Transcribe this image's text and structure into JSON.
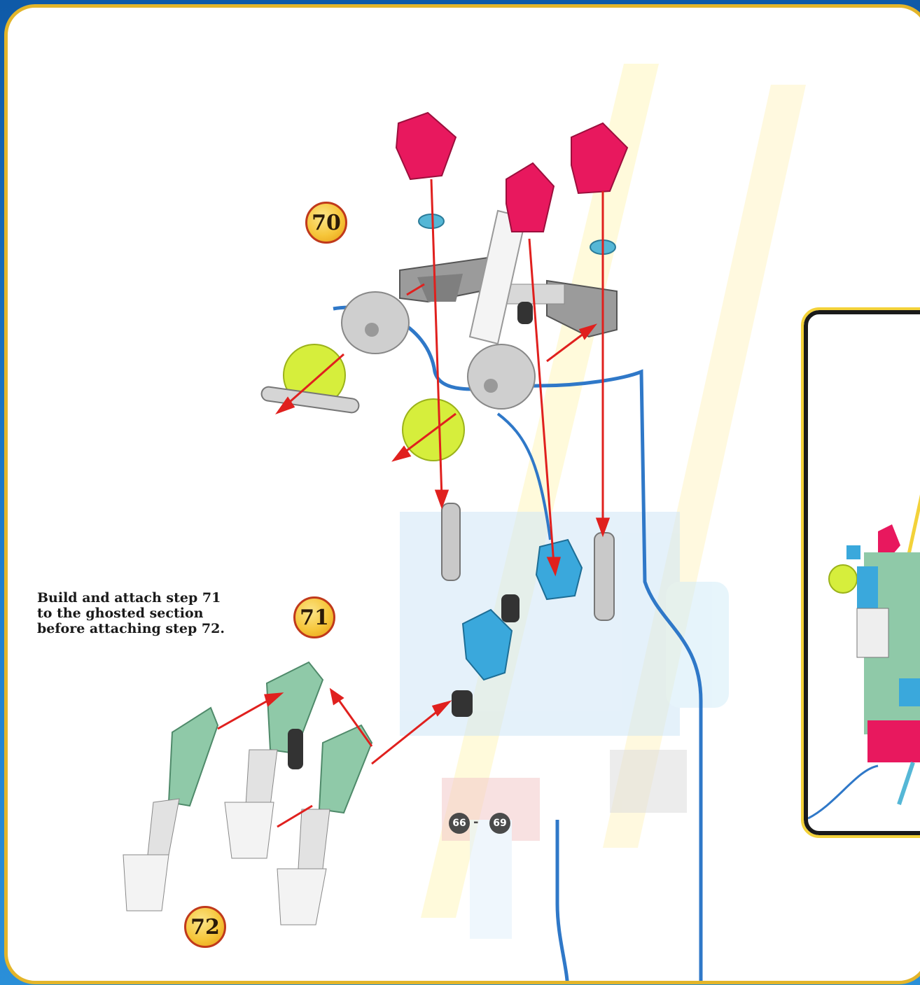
{
  "instruction_text": "Build and attach step 71\nto the ghosted section\nbefore attaching step 72.",
  "steps": {
    "step_70": "70",
    "step_71": "71",
    "step_72": "72"
  },
  "reference": {
    "from": "66",
    "dash": "-",
    "to": "69"
  },
  "colors": {
    "border_gold": "#e3b52a",
    "arrow_red": "#e0201e",
    "cable_blue": "#2f78c8",
    "connector_pink": "#e8185e",
    "rod_green": "#8fc9a8",
    "gear_blue": "#3aa8dc",
    "wheel_yellow": "#d6ee3c"
  }
}
